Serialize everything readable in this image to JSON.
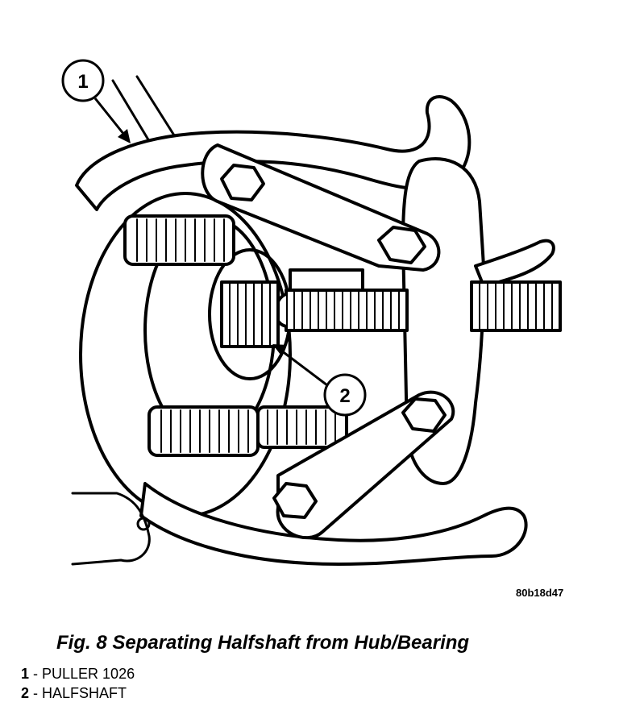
{
  "figure": {
    "code": "80b18d47",
    "caption": "Fig. 8 Separating Halfshaft from Hub/Bearing",
    "callouts": [
      {
        "number": "1"
      },
      {
        "number": "2"
      }
    ],
    "legend": [
      {
        "number": "1",
        "separator": " - ",
        "text": "PULLER 1026"
      },
      {
        "number": "2",
        "separator": " - ",
        "text": "HALFSHAFT"
      }
    ]
  }
}
